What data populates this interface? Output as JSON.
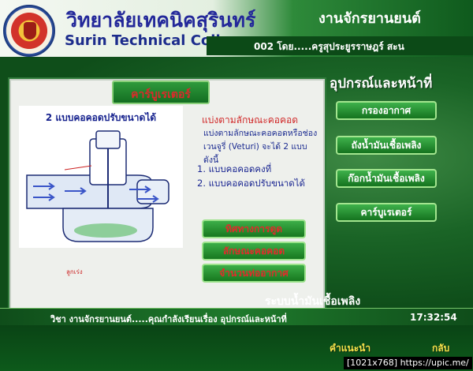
{
  "header": {
    "college_name_th": "วิทยาลัยเทคนิคสุรินทร์",
    "college_name_en": "Surin Technical College",
    "department": "งานจักรยานยนต์",
    "ticker": "002        โดย.....ครูสุประยูรราษฎร์  สะน"
  },
  "topic": {
    "title": "อุปกรณ์และหน้าที่"
  },
  "panel": {
    "title": "คาร์บูเรเตอร์",
    "diagram_title": "2 แบบคอคอดปรับขนาดได้",
    "diagram_label": "ลูกเร่ง",
    "heading": "แบ่งตามลักษณะคอคอด",
    "description": "แบ่งตามลักษณะคอคอดหรือช่องเวนจูรี่ (Veturi) จะได้ 2 แบบ ดังนี้",
    "items": [
      "1. แบบคอคอดคงที่",
      "2. แบบคอคอดปรับขนาดได้"
    ]
  },
  "sub_buttons": [
    "ทิศทางการดูด",
    "ลักษณะคอคอด",
    "จำนวนท่ออากาศ"
  ],
  "side_menu": [
    "กรองอากาศ",
    "ถังน้ำมันเชื้อเพลิง",
    "ก๊อกน้ำมันเชื้อเพลิง",
    "คาร์บูเรเตอร์"
  ],
  "section_footer": "ระบบน้ำมันเชื้อเพลิง",
  "status": {
    "text": "วิชา งานจักรยานยนต์.....คุณกำลังเรียนเรื่อง อุปกรณ์และหน้าที่",
    "time": "17:32:54"
  },
  "footer": {
    "guide_label": "คำแนะนำ",
    "back_label": "กลับ",
    "credit": "[1021x768] https://upic.me/"
  },
  "colors": {
    "brand_green": "#1a6426",
    "title_red": "#d92b2b",
    "text_blue": "#1a2a90",
    "accent_yellow": "#f6e04a"
  }
}
